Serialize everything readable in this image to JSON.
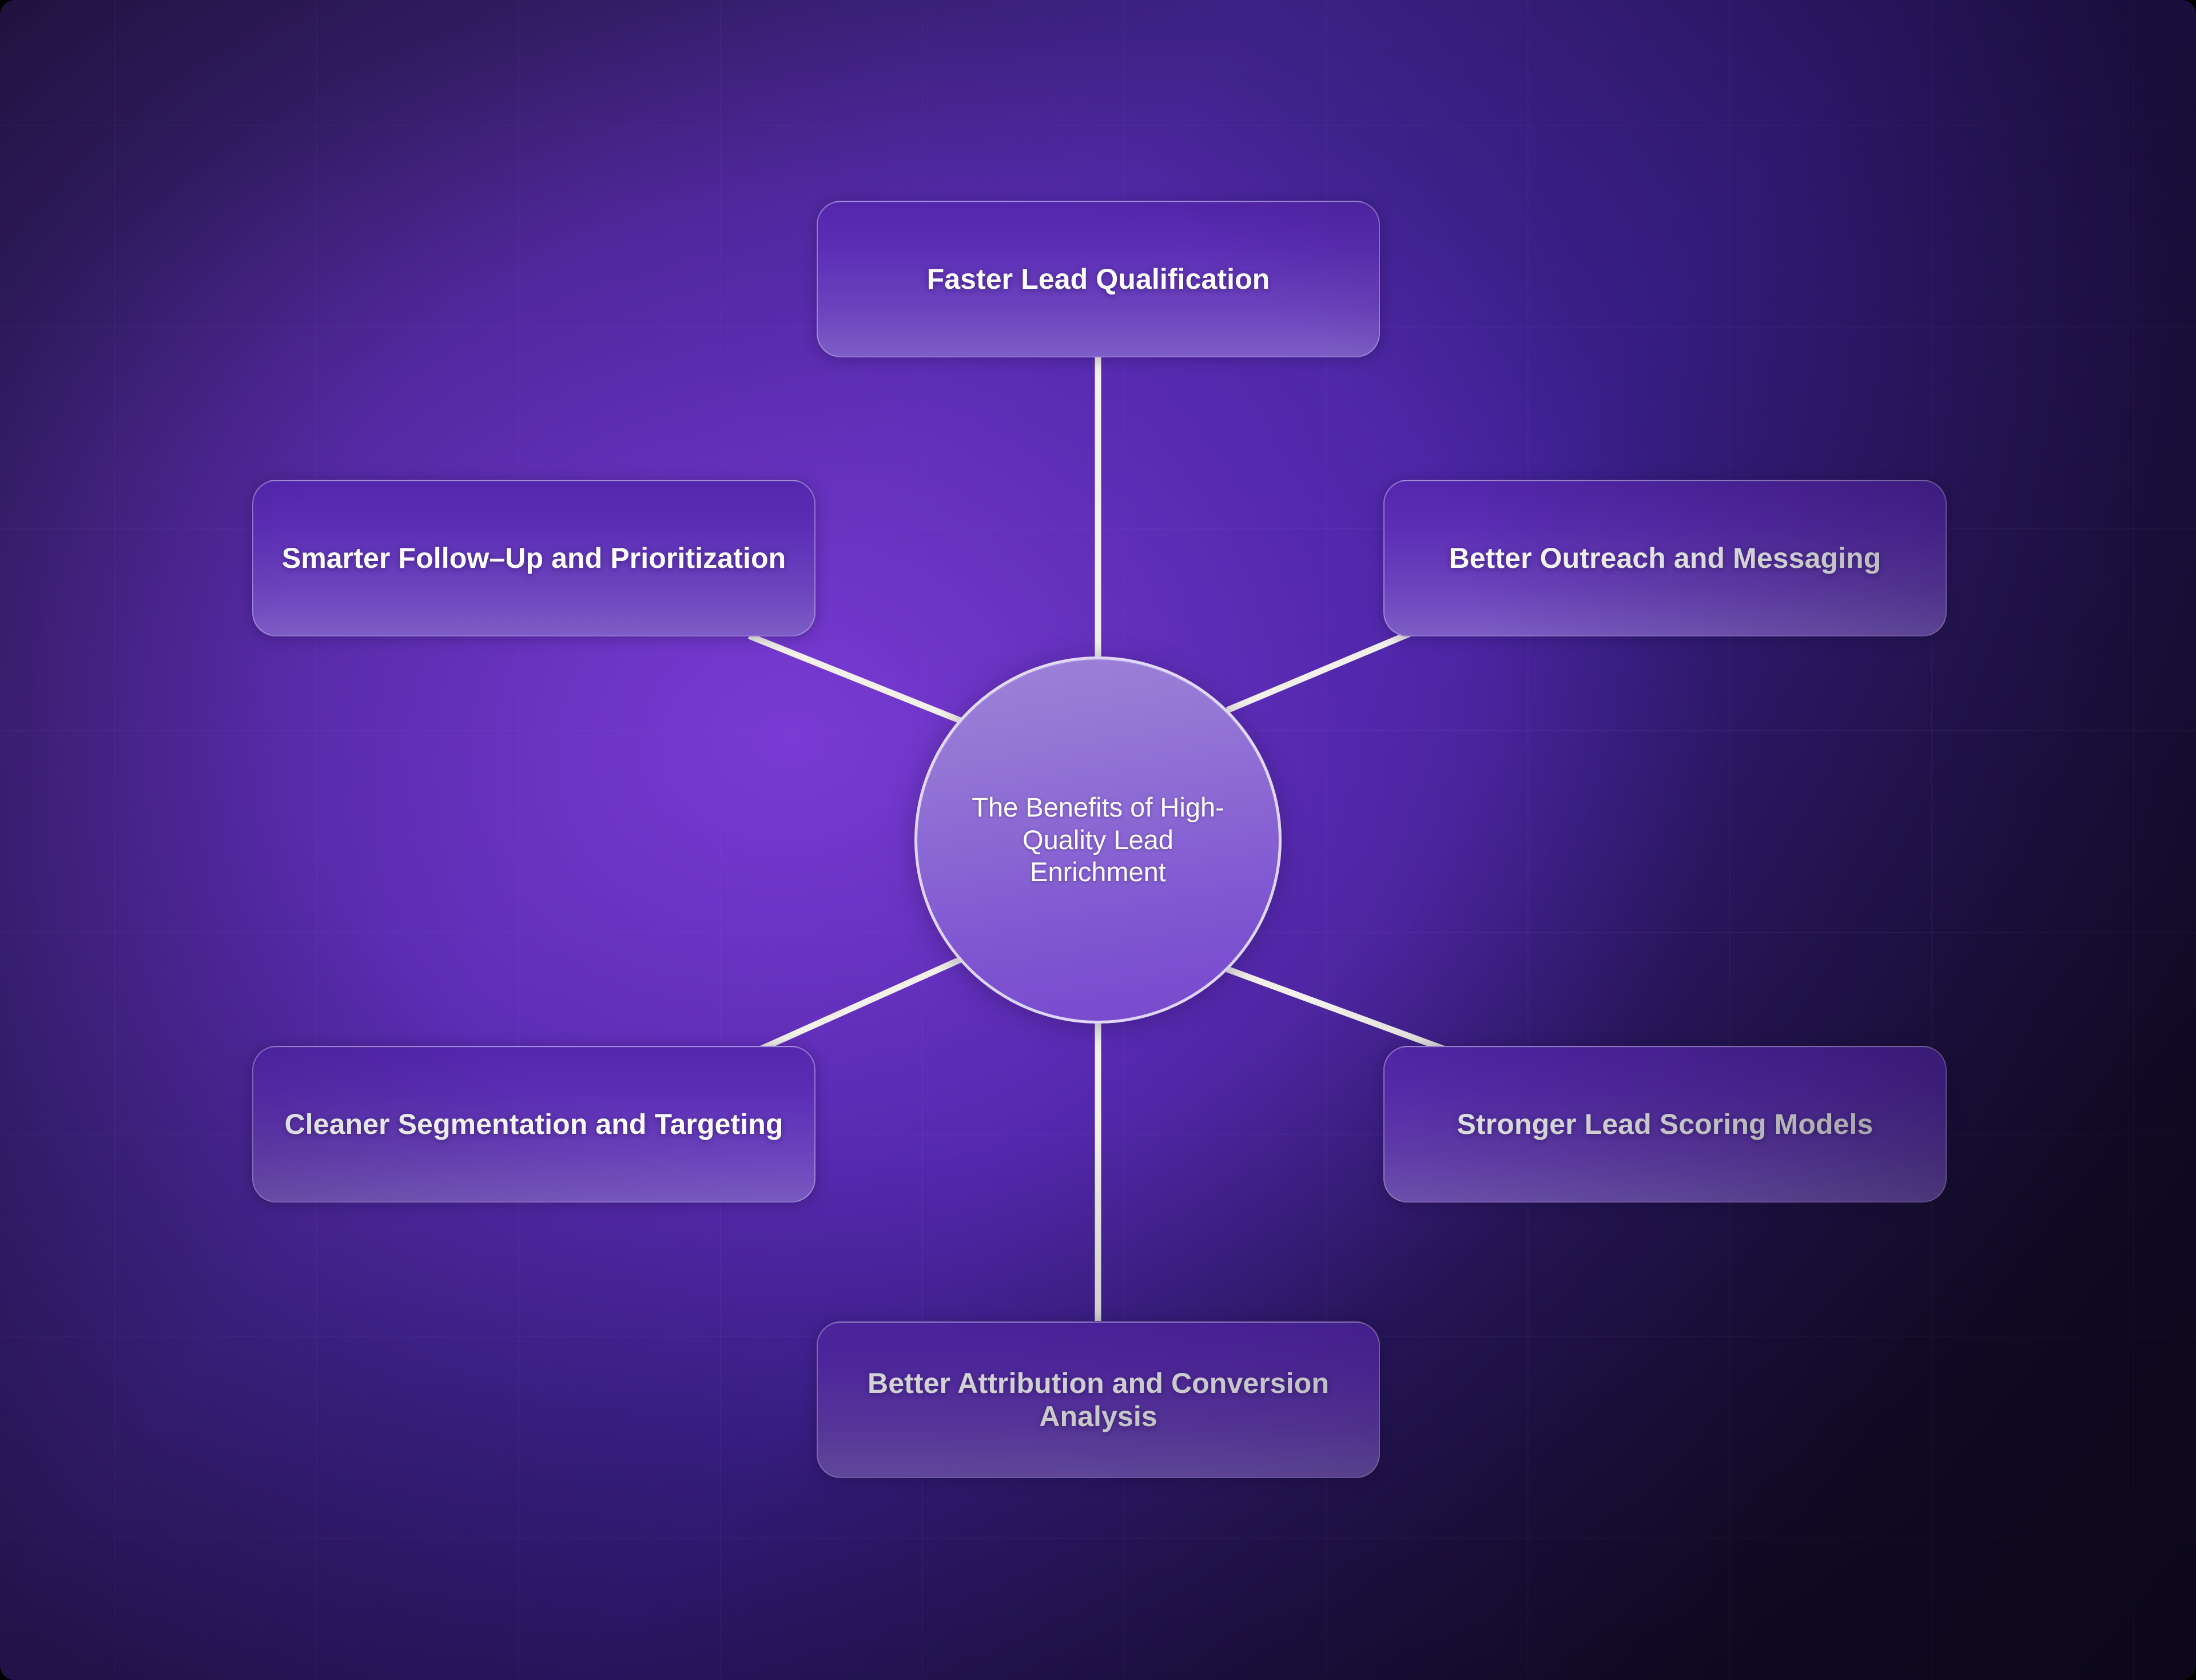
{
  "diagram": {
    "type": "hub-and-spoke",
    "center": {
      "id": "center",
      "label": "The Benefits of High-Quality Lead Enrichment"
    },
    "nodes": [
      {
        "id": "faster-lead-qualification",
        "label": "Faster Lead Qualification",
        "position": "top"
      },
      {
        "id": "better-outreach-and-messaging",
        "label": "Better Outreach and Messaging",
        "position": "top-right"
      },
      {
        "id": "stronger-lead-scoring-models",
        "label": "Stronger Lead Scoring Models",
        "position": "bottom-right"
      },
      {
        "id": "better-attribution-and-conversion",
        "label": "Better Attribution and Conversion Analysis",
        "position": "bottom"
      },
      {
        "id": "cleaner-segmentation-and-targeting",
        "label": "Cleaner Segmentation and Targeting",
        "position": "bottom-left"
      },
      {
        "id": "smarter-follow-up-and-prioritization",
        "label": "Smarter Follow–Up and Prioritization",
        "position": "top-left"
      }
    ],
    "colors": {
      "connector": "#f3f0ec",
      "node_fill_top": "#5426ae",
      "node_fill_bottom": "#7d5dc6",
      "node_border": "#c8b6f0",
      "center_fill_top": "#9d82d8",
      "center_fill_bottom": "#7748cd",
      "center_border": "#e8e0fa",
      "text": "#ffffff",
      "background_light": "#4a28a0",
      "background_dark": "#130c24"
    }
  }
}
